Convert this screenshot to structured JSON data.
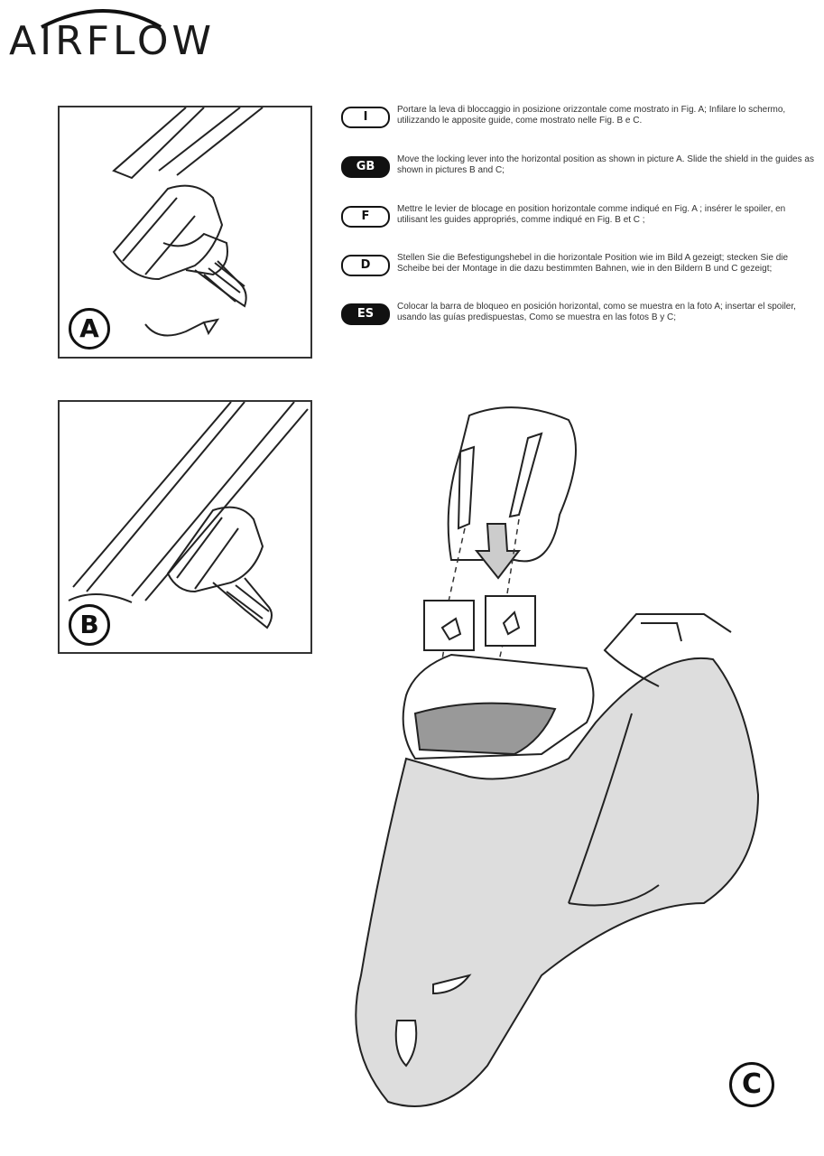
{
  "brand": {
    "name": "AIRFLOW"
  },
  "panels": {
    "a": {
      "label": "A"
    },
    "b": {
      "label": "B"
    },
    "c": {
      "label": "C"
    }
  },
  "instructions": [
    {
      "lang": "I",
      "text": "Portare la leva di bloccaggio in posizione orizzontale come mostrato in Fig. A; Infilare lo schermo, utilizzando le apposite guide, come mostrato nelle Fig. B e C."
    },
    {
      "lang": "GB",
      "text": "Move the locking lever into the horizontal position as shown in picture A. Slide the shield in the guides as shown in pictures B and C;"
    },
    {
      "lang": "F",
      "text": "Mettre le levier de blocage en position  horizontale comme indiqué en Fig. A ; insérer le spoiler, en utilisant les guides appropriés, comme indiqué en Fig. B et C ;"
    },
    {
      "lang": "D",
      "text": "Stellen Sie die Befestigungshebel in die horizontale Position wie im Bild A gezeigt; stecken Sie die Scheibe bei der Montage in die dazu bestimmten Bahnen, wie in den Bildern B und C gezeigt;"
    },
    {
      "lang": "ES",
      "text": "Colocar la barra de bloqueo en posición  horizontal, como se muestra en la foto A; insertar el spoiler, usando las guías predispuestas, Como se muestra en las fotos B y C;"
    }
  ]
}
